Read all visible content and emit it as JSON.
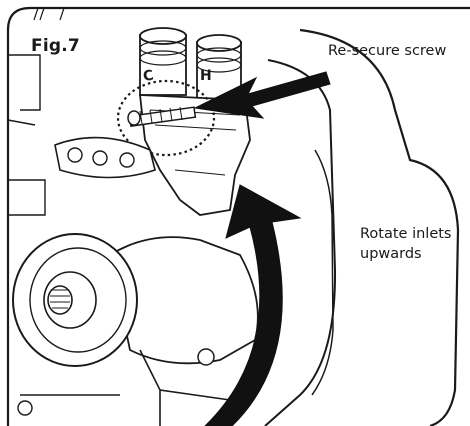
{
  "figure": {
    "label": "Fig.7"
  },
  "callouts": {
    "resecure_screw": "Re-secure screw",
    "rotate_line1": "Rotate inlets",
    "rotate_line2": "upwards"
  },
  "valve_markings": {
    "cold_inlet_letter": "C",
    "hot_inlet_letter": "H"
  },
  "colors": {
    "line_art": "#1a1a1a",
    "arrow_fill": "#111111",
    "background": "#ffffff"
  }
}
